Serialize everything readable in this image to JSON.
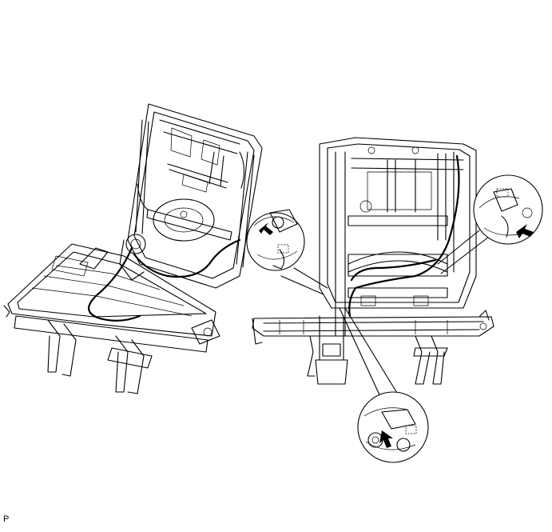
{
  "figure": {
    "reference_code": "P",
    "views": [
      {
        "name": "seat-frame-angled-view",
        "icon": "seat-frame-isometric"
      },
      {
        "name": "seat-frame-rear-view",
        "icon": "seat-frame-rear"
      }
    ],
    "callouts": [
      {
        "name": "upper-left-detail",
        "items": [
          "arrow-icon",
          "clip-icon"
        ]
      },
      {
        "name": "upper-right-detail",
        "items": [
          "arrow-icon",
          "clip-icon"
        ]
      },
      {
        "name": "bottom-detail",
        "items": [
          "arrow-icon",
          "clip-icon"
        ]
      }
    ],
    "colors": {
      "line": "#000000",
      "background": "#ffffff"
    }
  }
}
